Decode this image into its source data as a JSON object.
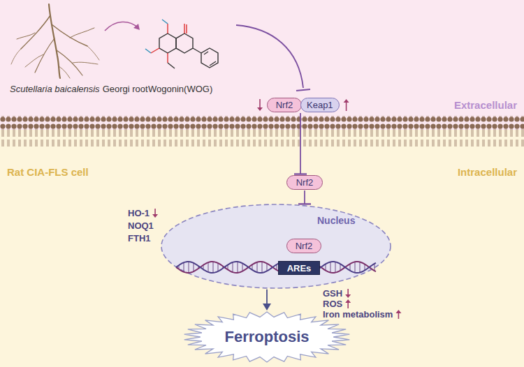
{
  "diagram": {
    "nodes": [
      {
        "text": [
          "Nrf2"
        ]
      },
      {
        "text": [
          "Keap1"
        ]
      },
      {
        "text": [
          "Nrf2"
        ]
      },
      {
        "text": [
          "Nucleus"
        ]
      },
      {
        "text": [
          "Nrf2"
        ],
        "in": 3
      },
      {
        "text": [
          "AREs"
        ],
        "in": 3
      },
      {
        "text": [
          "Ferroptosis"
        ]
      }
    ],
    "edges": [
      {
        "from": 0,
        "to": 2,
        "arrow": "to"
      },
      {
        "from": 2,
        "to": 3,
        "arrow": "to"
      },
      {
        "from": 3,
        "to": 6,
        "arrow": "to"
      }
    ],
    "labels": [
      "Scutellaria baicalensis",
      "Georgi root",
      "Wogonin(WOG)",
      "Extracellular",
      "Rat CIA-FLS cell",
      "Intracellular",
      "HO-1",
      "NOQ1",
      "FTH1",
      "GSH",
      "ROS",
      "Iron metabolism"
    ]
  }
}
